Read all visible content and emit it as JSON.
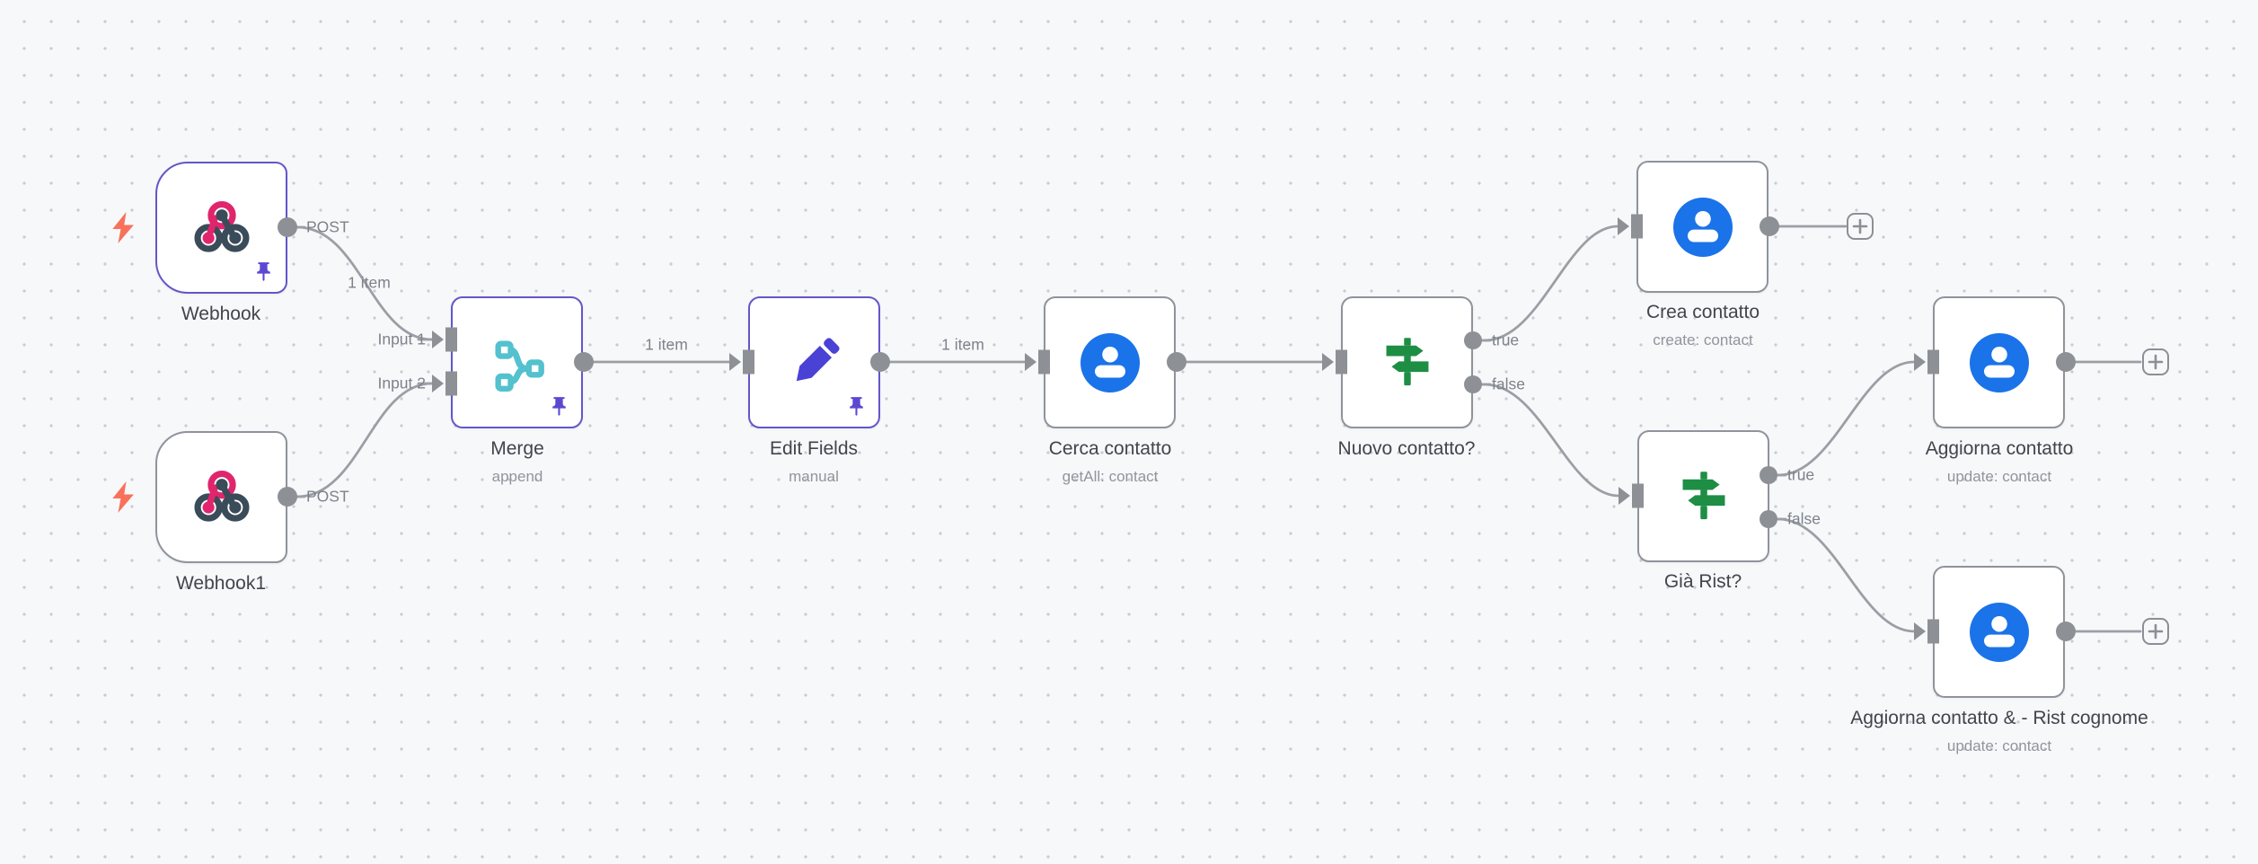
{
  "canvas": {
    "description": "workflow editor canvas"
  },
  "nodes": [
    {
      "id": "webhook",
      "name": "Webhook",
      "subtitle": ""
    },
    {
      "id": "webhook1",
      "name": "Webhook1",
      "subtitle": ""
    },
    {
      "id": "merge",
      "name": "Merge",
      "subtitle": "append"
    },
    {
      "id": "edit_fields",
      "name": "Edit Fields",
      "subtitle": "manual"
    },
    {
      "id": "cerca_contatto",
      "name": "Cerca contatto",
      "subtitle": "getAll: contact"
    },
    {
      "id": "nuovo_contatto",
      "name": "Nuovo contatto?",
      "subtitle": ""
    },
    {
      "id": "crea_contatto",
      "name": "Crea contatto",
      "subtitle": "create: contact"
    },
    {
      "id": "gia_rist",
      "name": "Già Rist?",
      "subtitle": ""
    },
    {
      "id": "aggiorna_contatto",
      "name": "Aggiorna contatto",
      "subtitle": "update: contact"
    },
    {
      "id": "aggiorna_contatto_rist",
      "name": "Aggiorna contatto & - Rist cognome",
      "subtitle": "update: contact"
    }
  ],
  "edge_labels": {
    "webhook_post": "POST",
    "webhook1_post": "POST",
    "webhook_to_merge": "1 item",
    "merge_to_edit": "1 item",
    "edit_to_cerca": "1 item",
    "merge_input1": "Input 1",
    "merge_input2": "Input 2",
    "nuovo_true": "true",
    "nuovo_false": "false",
    "gia_true": "true",
    "gia_false": "false"
  },
  "icons": {
    "webhook": "webhook-icon",
    "merge": "merge-branch-icon",
    "edit": "pencil-icon",
    "contact": "google-contacts-icon",
    "if": "signpost-icon",
    "trigger": "lightning-bolt-icon",
    "pinned": "pushpin-icon",
    "add": "plus-icon"
  },
  "colors": {
    "background": "#f7f8fa",
    "grid_dot": "#c9ccd4",
    "node_border": "#8f939b",
    "selected_border": "#6456c8",
    "connector": "#9b9fa5",
    "webhook_pink": "#e0256d",
    "webhook_dark": "#3a4b59",
    "merge_teal": "#53c1ce",
    "pencil_blue": "#4a42d4",
    "contact_blue": "#1a73e8",
    "signpost_green": "#1e8e44",
    "bolt_coral": "#f9705b",
    "pin_purple": "#5b48d2",
    "label_text": "#41454c",
    "sub_text": "#90949c"
  }
}
